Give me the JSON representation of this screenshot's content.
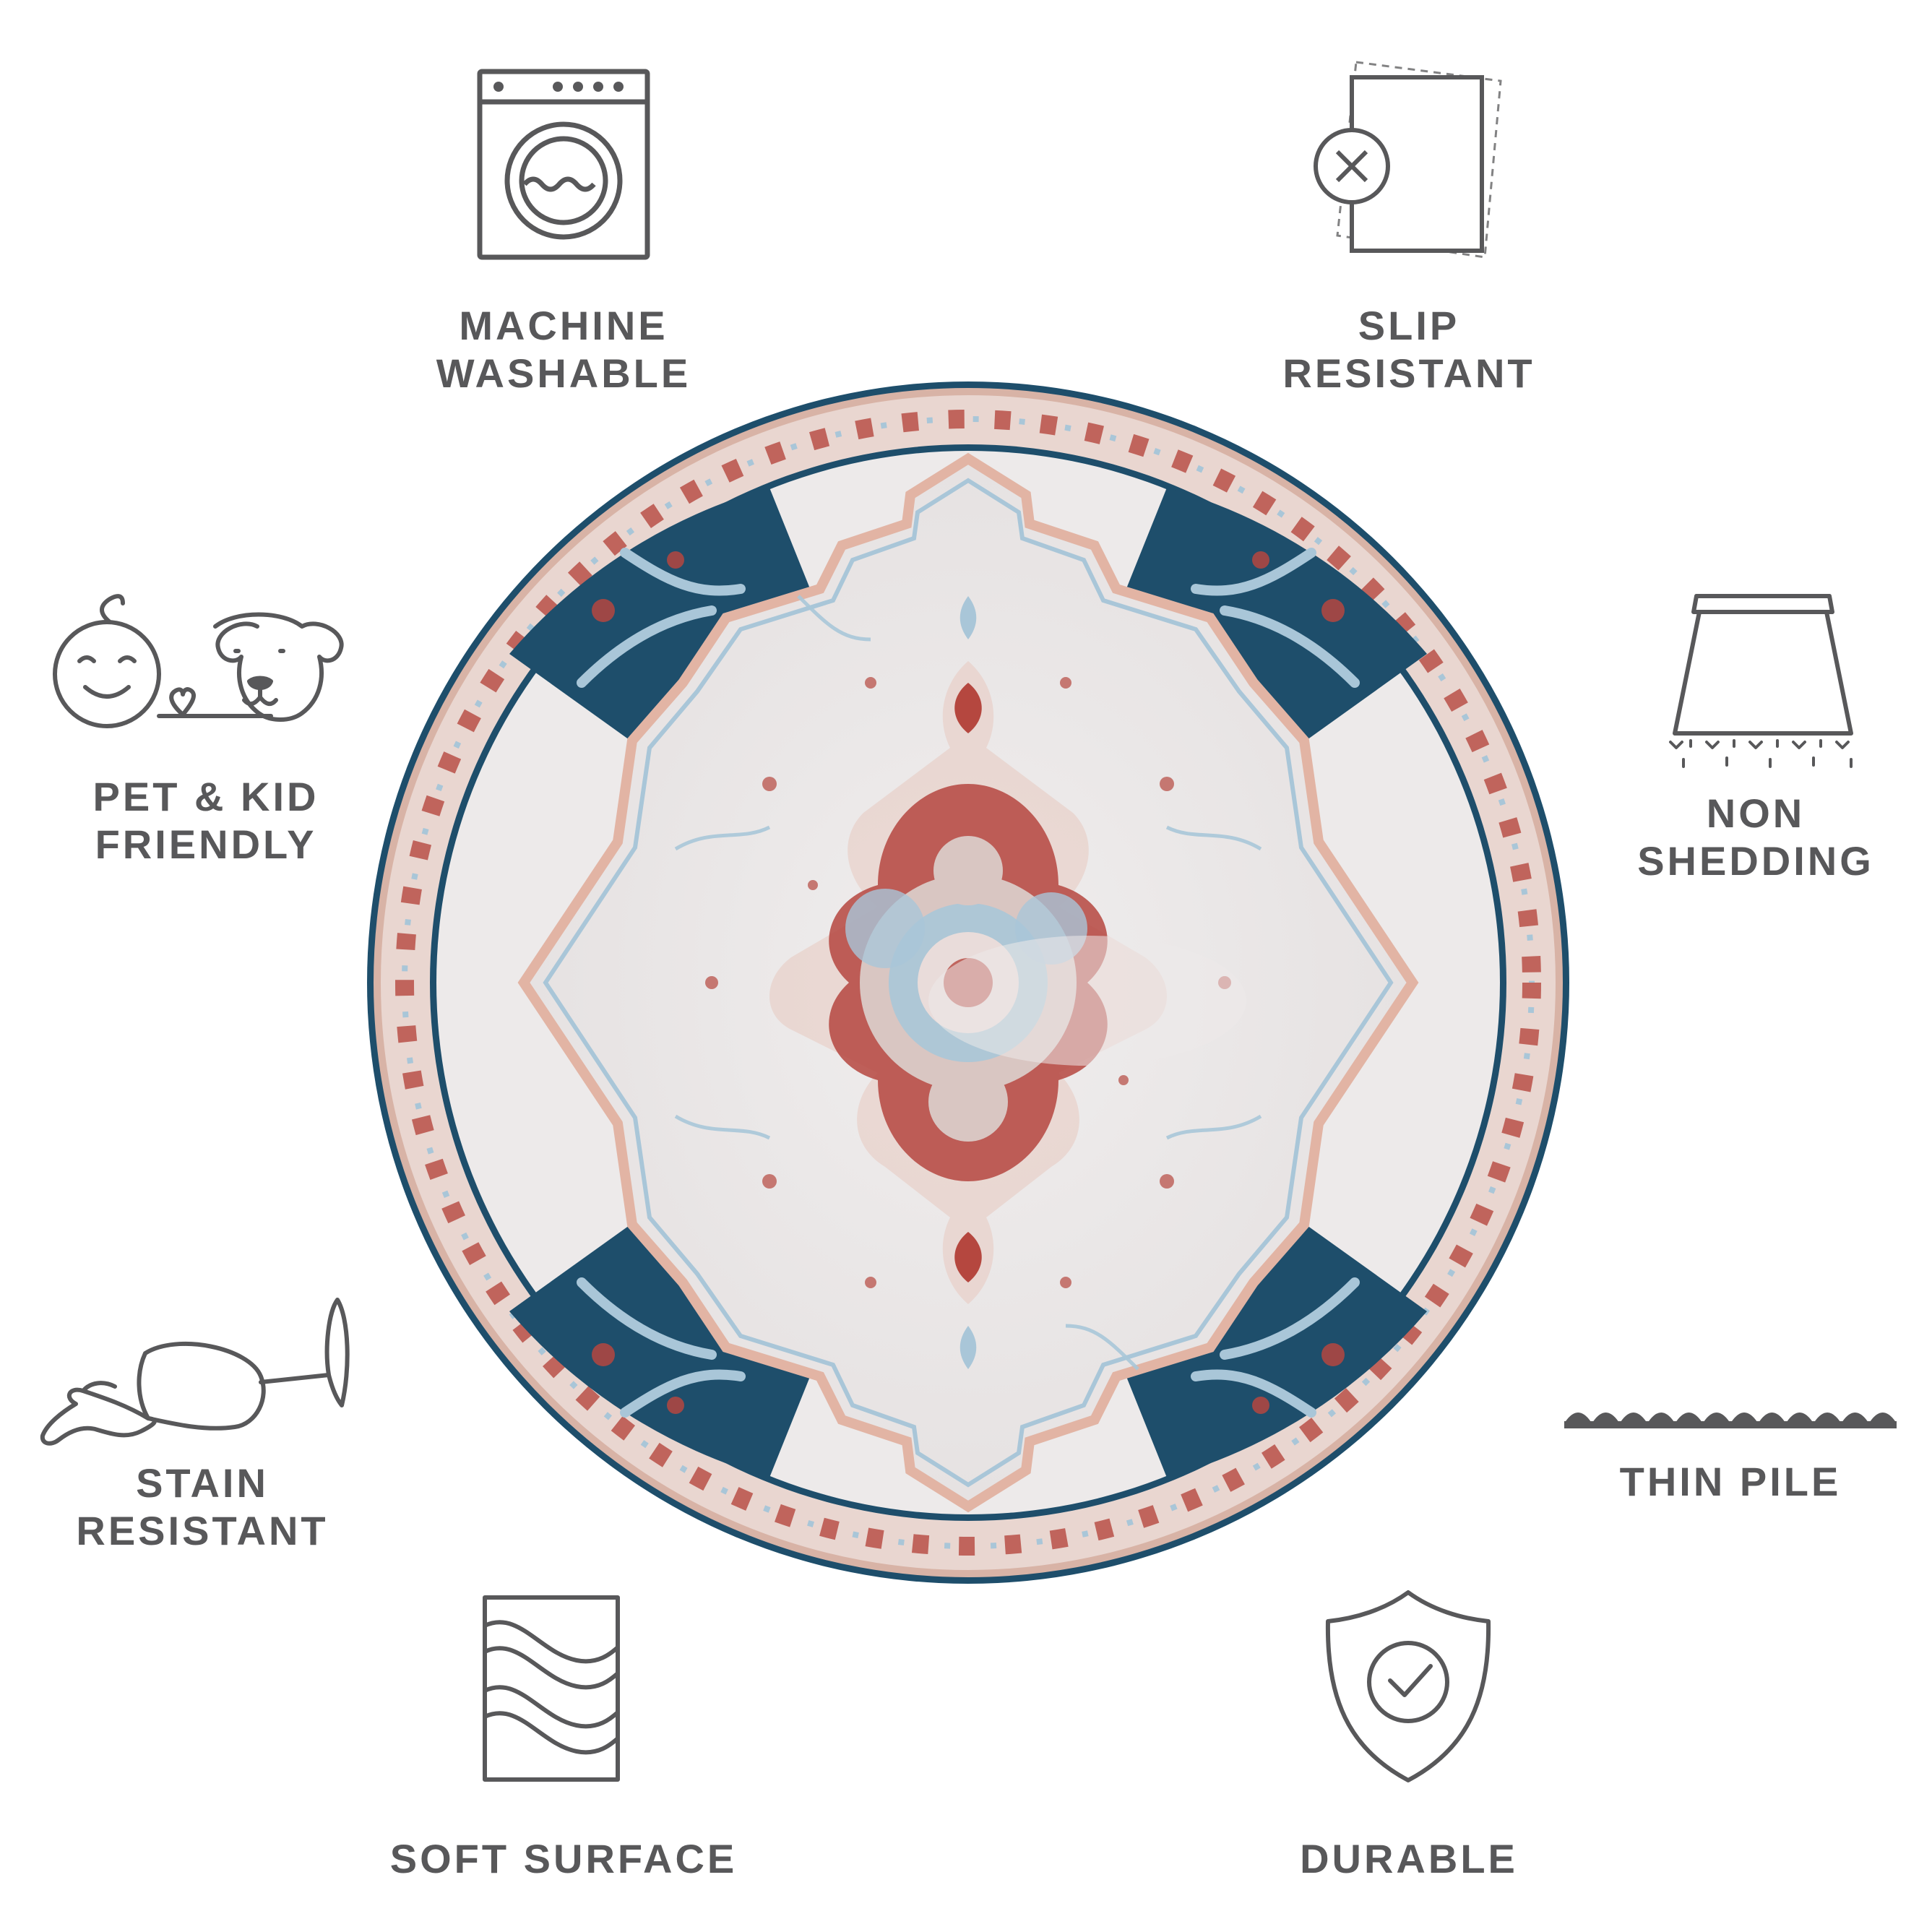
{
  "features": [
    {
      "id": "machine-washable",
      "icon": "washing-machine-icon",
      "lines": [
        "MACHINE",
        "WASHABLE"
      ]
    },
    {
      "id": "slip-resistant",
      "icon": "non-slip-mat-icon",
      "lines": [
        "SLIP",
        "RESISTANT"
      ]
    },
    {
      "id": "pet-kid-friendly",
      "icon": "baby-and-dog-icon",
      "lines": [
        "PET & KID",
        "FRIENDLY"
      ]
    },
    {
      "id": "non-shedding",
      "icon": "shedding-rug-icon",
      "lines": [
        "NON",
        "SHEDDING"
      ]
    },
    {
      "id": "stain-resistant",
      "icon": "spilled-glass-icon",
      "lines": [
        "STAIN",
        "RESISTANT"
      ]
    },
    {
      "id": "thin-pile",
      "icon": "thin-pile-icon",
      "lines": [
        "THIN PILE"
      ]
    },
    {
      "id": "soft-surface",
      "icon": "wavy-surface-icon",
      "lines": [
        "SOFT SURFACE"
      ]
    },
    {
      "id": "durable",
      "icon": "shield-check-icon",
      "lines": [
        "DURABLE"
      ]
    }
  ],
  "colors": {
    "icon_stroke": "#58585a",
    "label_text": "#58585a",
    "rug_navy": "#1e4e6b",
    "rug_red": "#b5473f",
    "rug_cream": "#ece8e6",
    "rug_light_blue": "#a9c6d8",
    "rug_peach": "#e2b4a4"
  }
}
